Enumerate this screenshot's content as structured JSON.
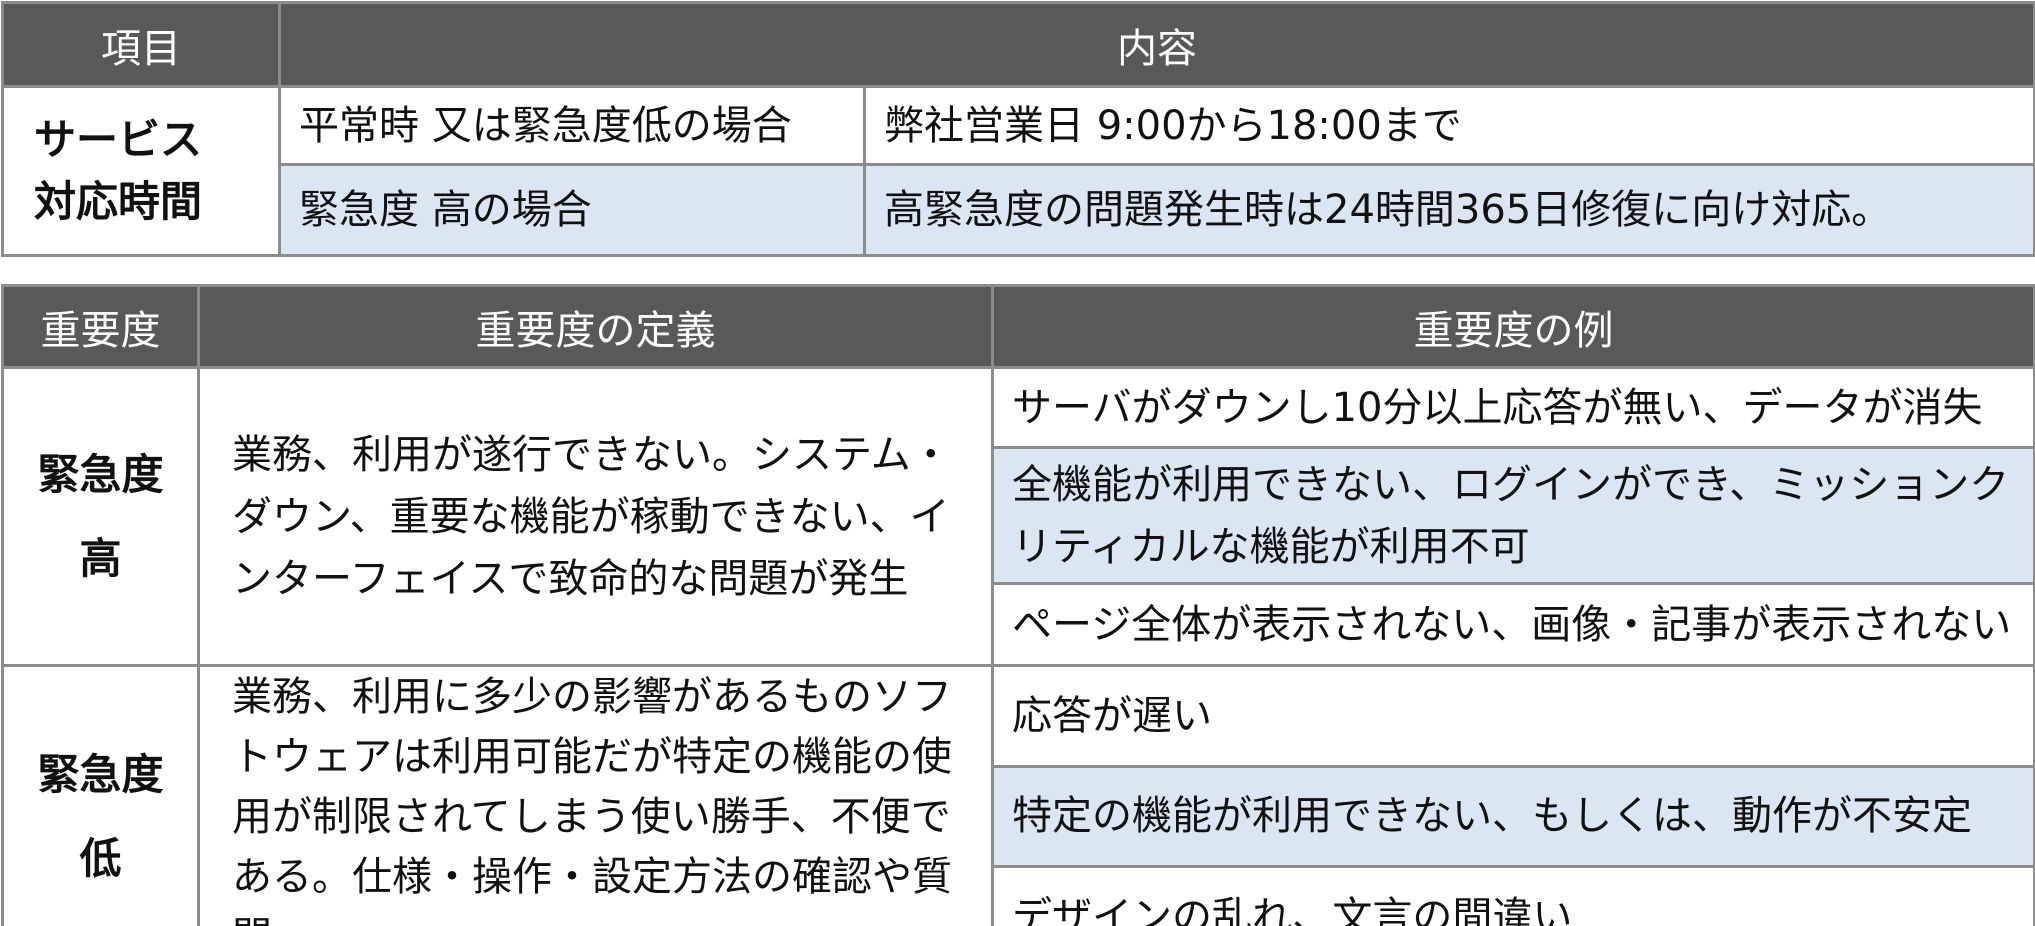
{
  "service_table": {
    "headers": {
      "item": "項目",
      "content": "内容"
    },
    "row_label": [
      "サービス",
      "対応時間"
    ],
    "rows": [
      {
        "case": "平常時 又は緊急度低の場合",
        "detail": "弊社営業日 9:00から18:00まで"
      },
      {
        "case": "緊急度 高の場合",
        "detail": "高緊急度の問題発生時は24時間365日修復に向け対応。"
      }
    ]
  },
  "severity_table": {
    "headers": {
      "severity": "重要度",
      "definition": "重要度の定義",
      "examples": "重要度の例"
    },
    "groups": [
      {
        "label": [
          "緊急度",
          "高"
        ],
        "definition": "業務、利用が遂行できない。システム・ダウン、重要な機能が稼動できない、インターフェイスで致命的な問題が発生",
        "examples": [
          "サーバがダウンし10分以上応答が無い、データが消失",
          "全機能が利用できない、ログインができ、ミッションクリティカルな機能が利用不可",
          "ページ全体が表示されない、画像・記事が表示されない"
        ]
      },
      {
        "label": [
          "緊急度",
          "低"
        ],
        "definition": "業務、利用に多少の影響があるものソフトウェアは利用可能だが特定の機能の使用が制限されてしまう使い勝手、不便である。仕様・操作・設定方法の確認や質問",
        "examples": [
          "応答が遅い",
          "特定の機能が利用できない、もしくは、動作が不安定",
          "デザインの乱れ、文言の間違い"
        ]
      }
    ]
  }
}
